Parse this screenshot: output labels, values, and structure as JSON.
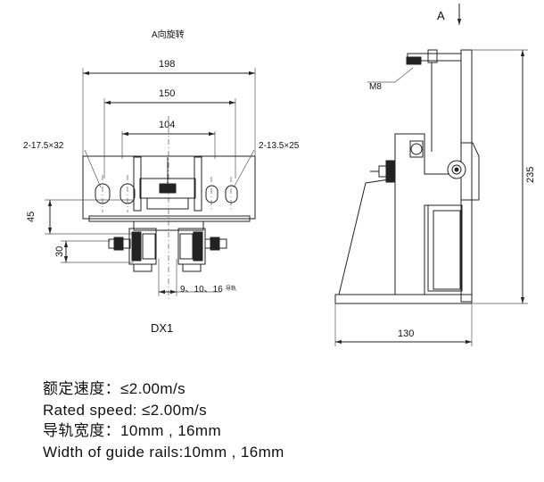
{
  "drawing": {
    "view_label": "A向旋转",
    "arrow_label": "A",
    "part_name": "DX1",
    "dims": {
      "width_198": "198",
      "width_150": "150",
      "width_104": "104",
      "slot_left": "2-17.5×32",
      "slot_right": "2-13.5×25",
      "height_45": "45",
      "height_30": "30",
      "rail_widths": "9、10、16",
      "rail_unit": "导轨",
      "bolt": "M8",
      "height_235": "235",
      "width_130": "130"
    }
  },
  "specs": {
    "speed_cn": "额定速度：≤2.00m/s",
    "speed_en": "Rated speed: ≤2.00m/s",
    "rail_cn": "导轨宽度：10mm , 16mm",
    "rail_en": "Width of guide  rails:10mm , 16mm"
  }
}
